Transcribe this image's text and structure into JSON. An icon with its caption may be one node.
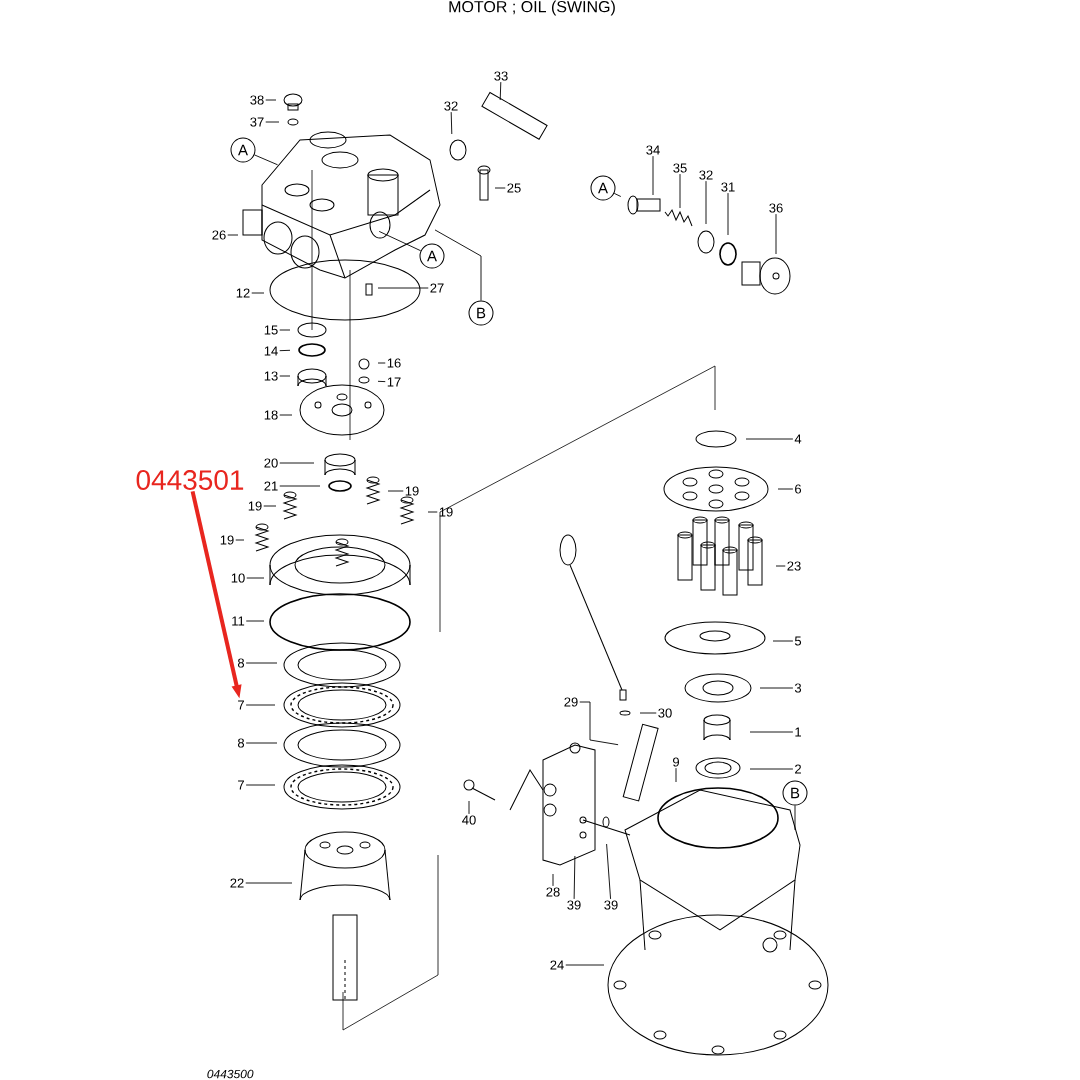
{
  "diagram": {
    "title": "MOTOR ; OIL (SWING)",
    "nodes": [
      {
        "text": [
          "38"
        ]
      },
      {
        "text": [
          "37"
        ]
      },
      {
        "text": [
          "A"
        ]
      },
      {
        "text": [
          "32"
        ]
      },
      {
        "text": [
          "33"
        ]
      },
      {
        "text": [
          "25"
        ]
      },
      {
        "text": [
          "26"
        ]
      },
      {
        "text": [
          "A"
        ]
      },
      {
        "text": [
          "12"
        ]
      },
      {
        "text": [
          "27"
        ]
      },
      {
        "text": [
          "B"
        ]
      },
      {
        "text": [
          "A"
        ]
      },
      {
        "text": [
          "34"
        ]
      },
      {
        "text": [
          "35"
        ]
      },
      {
        "text": [
          "32"
        ]
      },
      {
        "text": [
          "31"
        ]
      },
      {
        "text": [
          "36"
        ]
      },
      {
        "text": [
          "15"
        ]
      },
      {
        "text": [
          "14"
        ]
      },
      {
        "text": [
          "13"
        ]
      },
      {
        "text": [
          "16"
        ]
      },
      {
        "text": [
          "17"
        ]
      },
      {
        "text": [
          "18"
        ]
      },
      {
        "text": [
          "20"
        ]
      },
      {
        "text": [
          "21"
        ]
      },
      {
        "text": [
          "19"
        ]
      },
      {
        "text": [
          "19"
        ]
      },
      {
        "text": [
          "19"
        ]
      },
      {
        "text": [
          "19"
        ]
      },
      {
        "text": [
          "10"
        ]
      },
      {
        "text": [
          "11"
        ]
      },
      {
        "text": [
          "8"
        ]
      },
      {
        "text": [
          "7"
        ]
      },
      {
        "text": [
          "8"
        ]
      },
      {
        "text": [
          "7"
        ]
      },
      {
        "text": [
          "22"
        ]
      },
      {
        "text": [
          "4"
        ]
      },
      {
        "text": [
          "6"
        ]
      },
      {
        "text": [
          "23"
        ]
      },
      {
        "text": [
          "5"
        ]
      },
      {
        "text": [
          "3"
        ]
      },
      {
        "text": [
          "1"
        ]
      },
      {
        "text": [
          "9"
        ]
      },
      {
        "text": [
          "2"
        ]
      },
      {
        "text": [
          "B"
        ]
      },
      {
        "text": [
          "29"
        ]
      },
      {
        "text": [
          "30"
        ]
      },
      {
        "text": [
          "40"
        ]
      },
      {
        "text": [
          "28"
        ]
      },
      {
        "text": [
          "39"
        ]
      },
      {
        "text": [
          "39"
        ]
      },
      {
        "text": [
          "24"
        ]
      },
      {
        "text": [
          "0443501"
        ]
      }
    ],
    "edges": [
      {
        "from": 0,
        "to": null,
        "arrow": "none"
      },
      {
        "from": 1,
        "to": null,
        "arrow": "none"
      },
      {
        "from": 2,
        "to": null,
        "arrow": "none"
      },
      {
        "from": 3,
        "to": null,
        "arrow": "none"
      },
      {
        "from": 4,
        "to": null,
        "arrow": "none"
      },
      {
        "from": 5,
        "to": null,
        "arrow": "none"
      },
      {
        "from": 6,
        "to": null,
        "arrow": "none"
      },
      {
        "from": 7,
        "to": null,
        "arrow": "none"
      },
      {
        "from": 8,
        "to": null,
        "arrow": "none"
      },
      {
        "from": 9,
        "to": null,
        "arrow": "none"
      },
      {
        "from": 10,
        "to": null,
        "arrow": "none"
      },
      {
        "from": 11,
        "to": null,
        "arrow": "none"
      },
      {
        "from": 12,
        "to": null,
        "arrow": "none"
      },
      {
        "from": 13,
        "to": null,
        "arrow": "none"
      },
      {
        "from": 14,
        "to": null,
        "arrow": "none"
      },
      {
        "from": 15,
        "to": null,
        "arrow": "none"
      },
      {
        "from": 16,
        "to": null,
        "arrow": "none"
      },
      {
        "from": 17,
        "to": null,
        "arrow": "none"
      },
      {
        "from": 18,
        "to": null,
        "arrow": "none"
      },
      {
        "from": 19,
        "to": null,
        "arrow": "none"
      },
      {
        "from": 20,
        "to": null,
        "arrow": "none"
      },
      {
        "from": 21,
        "to": null,
        "arrow": "none"
      },
      {
        "from": 22,
        "to": null,
        "arrow": "none"
      },
      {
        "from": 23,
        "to": null,
        "arrow": "none"
      },
      {
        "from": 24,
        "to": null,
        "arrow": "none"
      },
      {
        "from": 25,
        "to": null,
        "arrow": "none"
      },
      {
        "from": 26,
        "to": null,
        "arrow": "none"
      },
      {
        "from": 27,
        "to": null,
        "arrow": "none"
      },
      {
        "from": 28,
        "to": null,
        "arrow": "none"
      },
      {
        "from": 29,
        "to": null,
        "arrow": "none"
      },
      {
        "from": 30,
        "to": null,
        "arrow": "none"
      },
      {
        "from": 31,
        "to": null,
        "arrow": "none"
      },
      {
        "from": 32,
        "to": null,
        "arrow": "none"
      },
      {
        "from": 33,
        "to": null,
        "arrow": "none"
      },
      {
        "from": 34,
        "to": null,
        "arrow": "none"
      },
      {
        "from": 35,
        "to": null,
        "arrow": "none"
      },
      {
        "from": 36,
        "to": null,
        "arrow": "none"
      },
      {
        "from": 37,
        "to": null,
        "arrow": "none"
      },
      {
        "from": 38,
        "to": null,
        "arrow": "none"
      },
      {
        "from": 39,
        "to": null,
        "arrow": "none"
      },
      {
        "from": 40,
        "to": null,
        "arrow": "none"
      },
      {
        "from": 41,
        "to": null,
        "arrow": "none"
      },
      {
        "from": 42,
        "to": null,
        "arrow": "none"
      },
      {
        "from": 43,
        "to": null,
        "arrow": "none"
      },
      {
        "from": 44,
        "to": null,
        "arrow": "none"
      },
      {
        "from": 45,
        "to": null,
        "arrow": "none"
      },
      {
        "from": 46,
        "to": null,
        "arrow": "none"
      },
      {
        "from": 47,
        "to": null,
        "arrow": "none"
      },
      {
        "from": 48,
        "to": null,
        "arrow": "none"
      },
      {
        "from": 49,
        "to": null,
        "arrow": "none"
      },
      {
        "from": 50,
        "to": null,
        "arrow": "none"
      },
      {
        "from": 51,
        "to": null,
        "arrow": "none"
      },
      {
        "from": 52,
        "to": 32,
        "arrow": "to",
        "style": "thick",
        "color": "#e8261f"
      }
    ],
    "labels": [
      "0443500"
    ]
  }
}
